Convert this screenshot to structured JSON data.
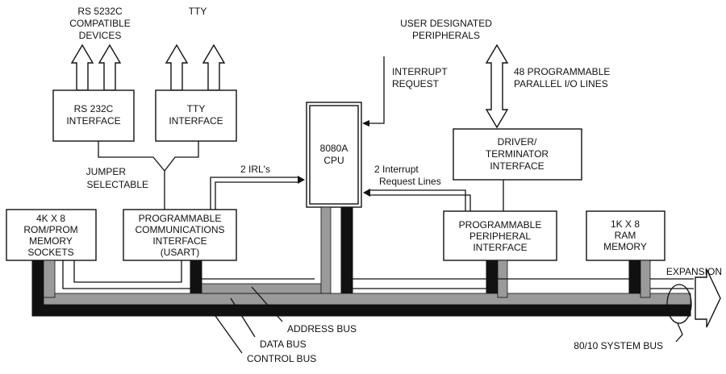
{
  "blocks": {
    "rs232_devices": [
      "RS 5232C",
      "COMPATIBLE",
      "DEVICES"
    ],
    "tty": [
      "TTY"
    ],
    "user_peripherals": [
      "USER DESIGNATED",
      "PERIPHERALS"
    ],
    "interrupt_request": [
      "INTERRUPT",
      "REQUEST"
    ],
    "parallel_io": [
      "48 PROGRAMMABLE",
      "PARALLEL I/O LINES"
    ],
    "rs232_interface": [
      "RS 232C",
      "INTERFACE"
    ],
    "tty_interface": [
      "TTY",
      "INTERFACE"
    ],
    "cpu": [
      "8080A",
      "CPU"
    ],
    "driver_interface": [
      "DRIVER/",
      "TERMINATOR",
      "INTERFACE"
    ],
    "jumper": [
      "JUMPER",
      "SELECTABLE"
    ],
    "irls": [
      "2 IRL's"
    ],
    "interrupt_lines": [
      "2 Interrupt",
      "Request Lines"
    ],
    "rom": [
      "4K X 8",
      "ROM/PROM",
      "MEMORY",
      "SOCKETS"
    ],
    "usart": [
      "PROGRAMMABLE",
      "COMMUNICATIONS",
      "INTERFACE",
      "(USART)"
    ],
    "ppi": [
      "PROGRAMMABLE",
      "PERIPHERAL",
      "INTERFACE"
    ],
    "ram": [
      "1K X 8",
      "RAM",
      "MEMORY"
    ],
    "expansion": [
      "EXPANSION"
    ],
    "address_bus": [
      "ADDRESS BUS"
    ],
    "data_bus": [
      "DATA BUS"
    ],
    "control_bus": [
      "CONTROL BUS"
    ],
    "system_bus": [
      "80/10 SYSTEM BUS"
    ]
  }
}
